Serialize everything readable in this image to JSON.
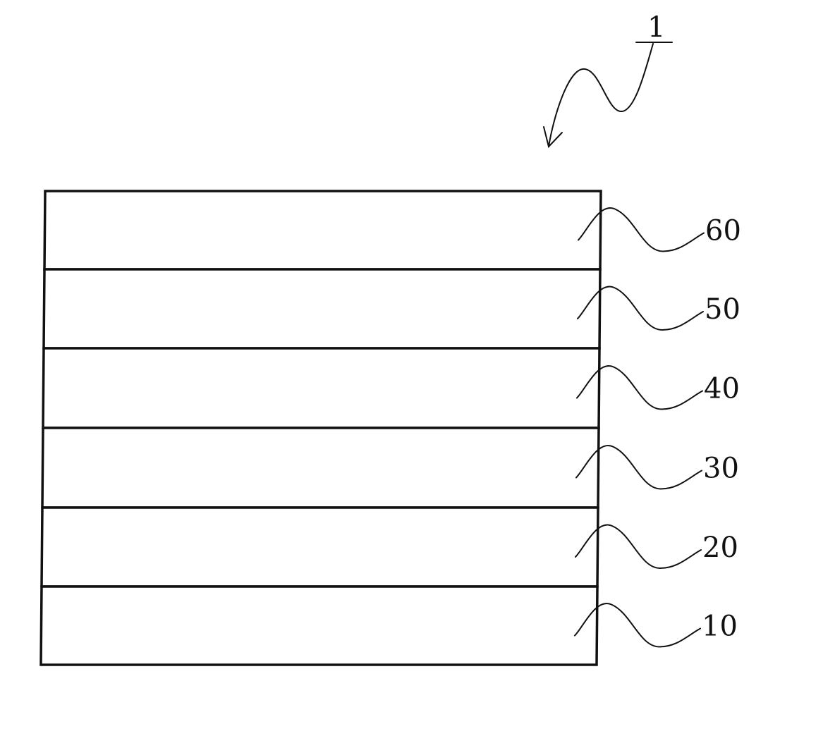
{
  "figure": {
    "overall_ref": "1",
    "layers": [
      {
        "ref": "60"
      },
      {
        "ref": "50"
      },
      {
        "ref": "40"
      },
      {
        "ref": "30"
      },
      {
        "ref": "20"
      },
      {
        "ref": "10"
      }
    ]
  },
  "colors": {
    "line": "#111111",
    "background": "#ffffff"
  }
}
